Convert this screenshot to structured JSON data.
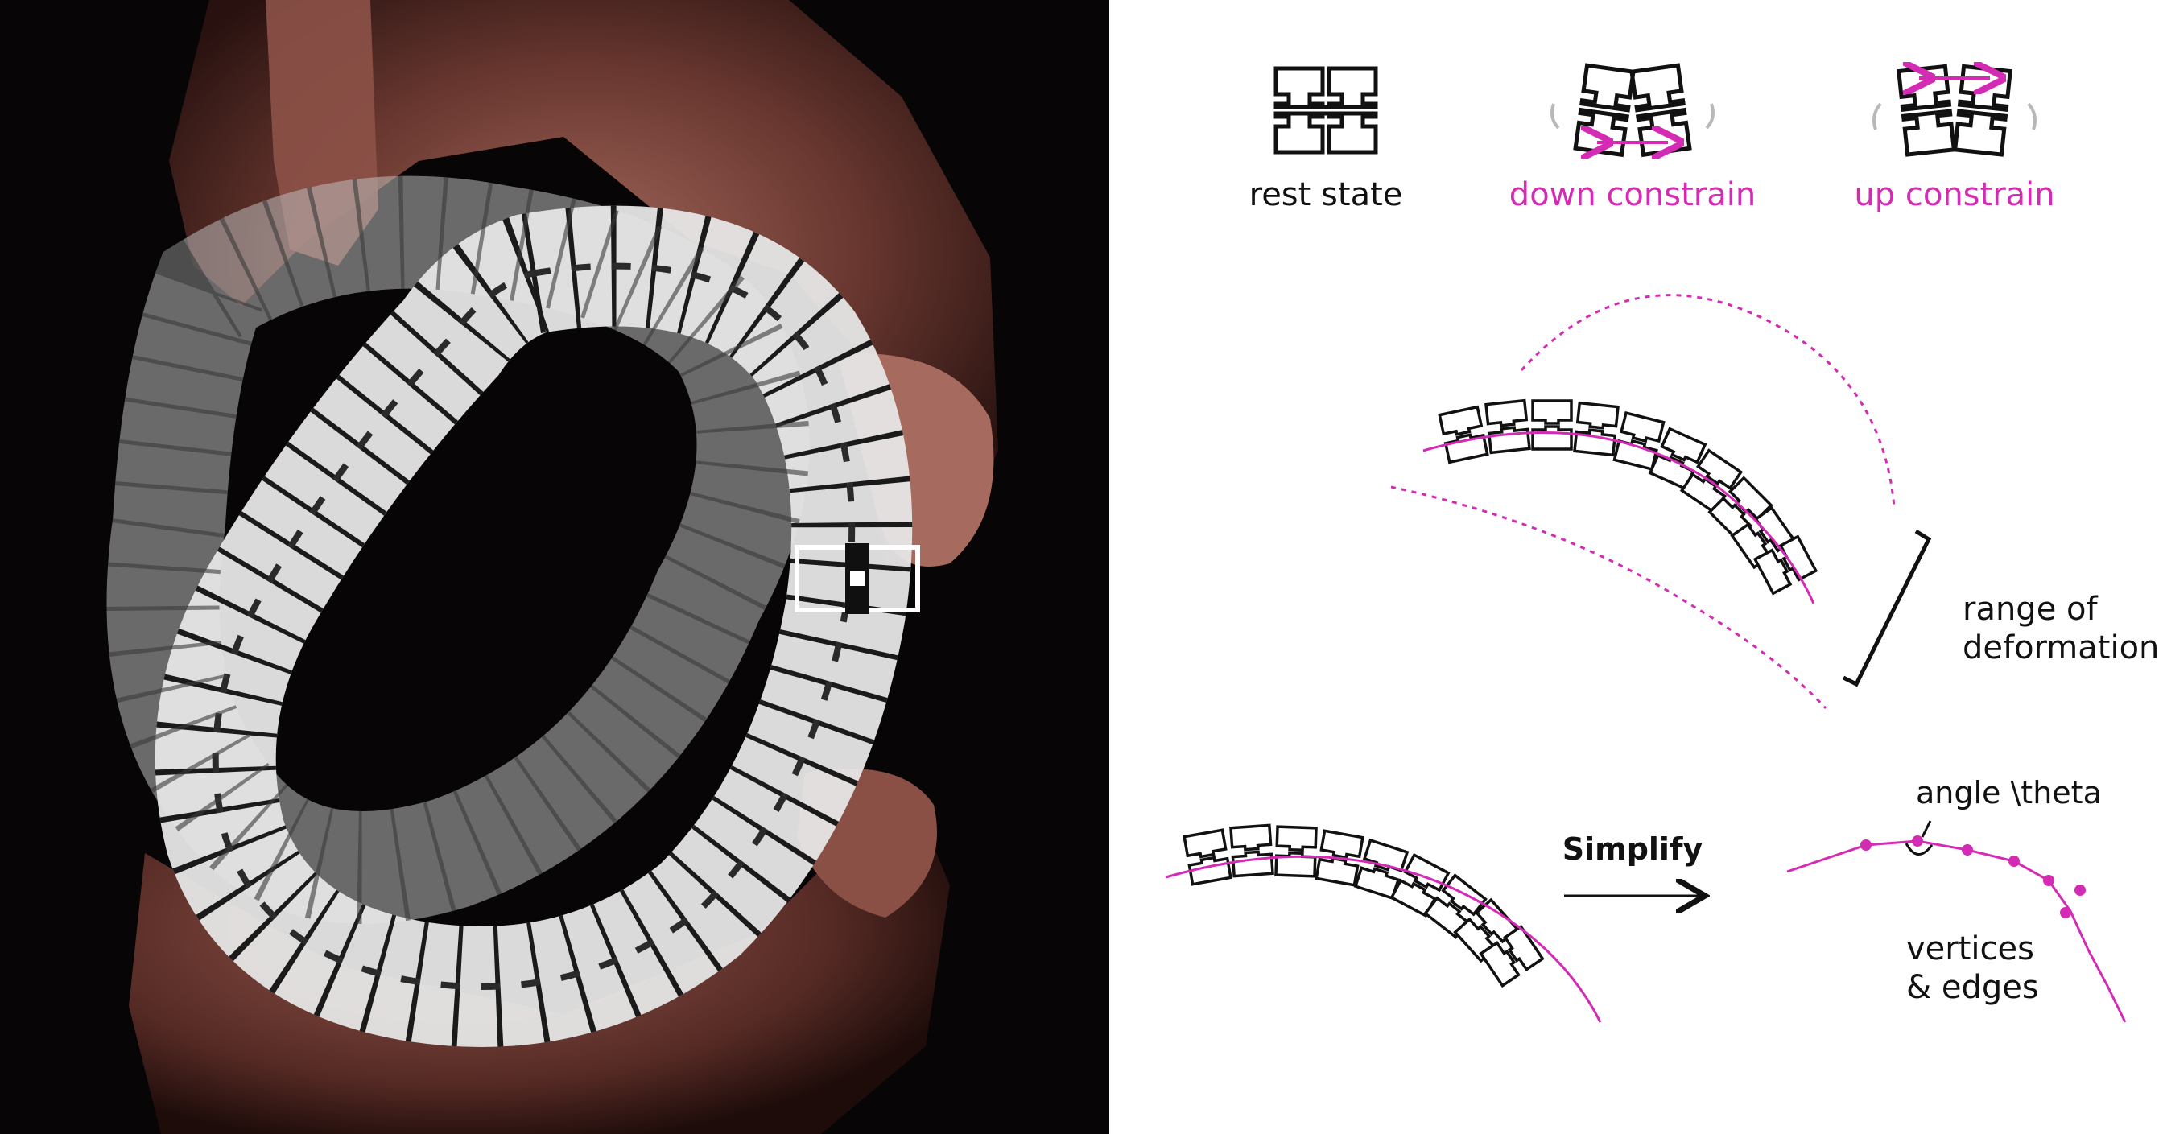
{
  "legend": {
    "rest": "rest state",
    "down": "down constrain",
    "up": "up constrain"
  },
  "labels": {
    "range": "range of\ndeformation",
    "simplify": "Simplify",
    "angle": "angle \\theta",
    "vertices": "vertices\n& edges"
  },
  "colors": {
    "accent": "#d42bb5",
    "ink": "#111111",
    "gray_arrow": "#b8b8b8"
  }
}
